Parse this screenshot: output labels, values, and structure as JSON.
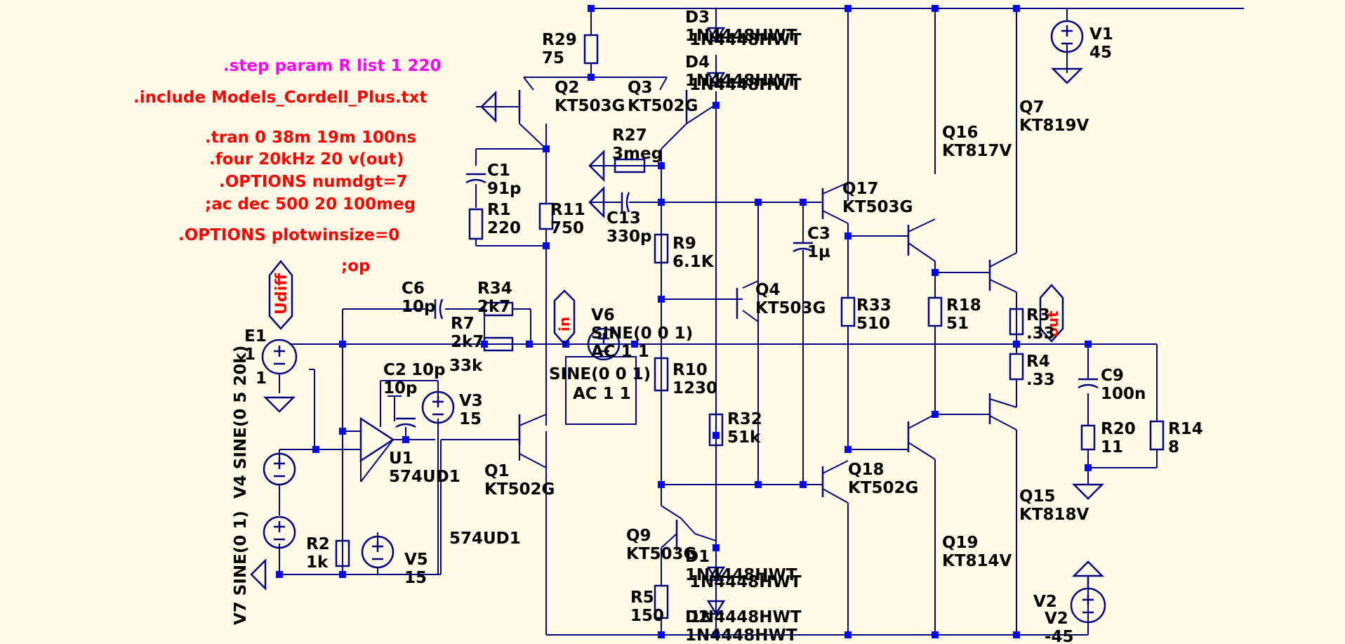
{
  "colors": {
    "background": "#fffbe6",
    "wire": "#000080",
    "junction": "#0000ff",
    "directive_red": "#ff0000",
    "directive_magenta": "#ff00ff",
    "label": "#000000",
    "netlabel": "#ff0000"
  },
  "directives": [
    {
      "text": ".step param R list 1 220",
      "color": "#ff00ff"
    },
    {
      "text": ".include Models_Cordell_Plus.txt",
      "color": "#ff0000"
    },
    {
      "text": ".tran 0 38m 19m 100ns",
      "color": "#ff0000"
    },
    {
      "text": ".four 20kHz 20 v(out)",
      "color": "#ff0000"
    },
    {
      "text": ".OPTIONS numdgt=7",
      "color": "#ff0000"
    },
    {
      "text": ";ac dec 500 20 100meg",
      "color": "#ff0000"
    },
    {
      "text": ".OPTIONS plotwinsize=0",
      "color": "#ff0000"
    },
    {
      "text": ";op",
      "color": "#ff0000"
    }
  ],
  "net_labels": [
    "Udiff",
    "in",
    "out"
  ],
  "components": {
    "R29": [
      "R29",
      "75"
    ],
    "D3": [
      "D3",
      "1N4448HWT"
    ],
    "D4": [
      "D4",
      "1N4448HWT"
    ],
    "V1": [
      "V1",
      "45"
    ],
    "Q2": [
      "Q2",
      "KT503G"
    ],
    "Q3": [
      "Q3",
      "KT502G"
    ],
    "R27": [
      "R27",
      "3meg"
    ],
    "C1": [
      "C1",
      "91p"
    ],
    "R1": [
      "R1",
      "220"
    ],
    "R11": [
      "R11",
      "750"
    ],
    "C13": [
      "C13",
      "330p"
    ],
    "R9": [
      "R9",
      "6.1K"
    ],
    "Q17": [
      "Q17",
      "KT503G"
    ],
    "C3": [
      "C3",
      "1µ"
    ],
    "Q16": [
      "Q16",
      "KT817V"
    ],
    "Q7": [
      "Q7",
      "KT819V"
    ],
    "Q4": [
      "Q4",
      "KT503G"
    ],
    "R33": [
      "R33",
      "510"
    ],
    "R18": [
      "R18",
      "51"
    ],
    "R3": [
      "R3",
      ".33"
    ],
    "R4": [
      "R4",
      ".33"
    ],
    "C6": [
      "C6",
      "10p"
    ],
    "R34": [
      "R34",
      "2k7"
    ],
    "R7": [
      "R7",
      "2k7"
    ],
    "V6": [
      "V6",
      "SINE(0 0 1)",
      "AC 1 1"
    ],
    "E1": [
      "E1",
      "1"
    ],
    "C2": [
      "C2",
      "10p"
    ],
    "R7b": [
      "33k"
    ],
    "V3": [
      "V3",
      "15"
    ],
    "R10": [
      "R10",
      "1230"
    ],
    "R32": [
      "R32",
      "51k"
    ],
    "C9": [
      "C9",
      "100n"
    ],
    "R20": [
      "R20",
      "11"
    ],
    "R14": [
      "R14",
      "8"
    ],
    "U1": [
      "U1",
      "574UD1"
    ],
    "Q1": [
      "Q1",
      "KT502G"
    ],
    "Q18": [
      "Q18",
      "KT502G"
    ],
    "Q15": [
      "Q15",
      "KT818V"
    ],
    "Q19": [
      "Q19",
      "KT814V"
    ],
    "V4": [
      "V4",
      "SINE(0 5 20k)"
    ],
    "V7": [
      "V7",
      "SINE(0 1)"
    ],
    "R2": [
      "R2",
      "1k"
    ],
    "V5": [
      "V5",
      "15"
    ],
    "Q9": [
      "Q9",
      "KT503G"
    ],
    "D1": [
      "D1",
      "1N4448HWT"
    ],
    "D2": [
      "D2",
      "1N4448HWT"
    ],
    "R5": [
      "R5",
      "150"
    ],
    "V2": [
      "V2",
      "-45"
    ]
  }
}
